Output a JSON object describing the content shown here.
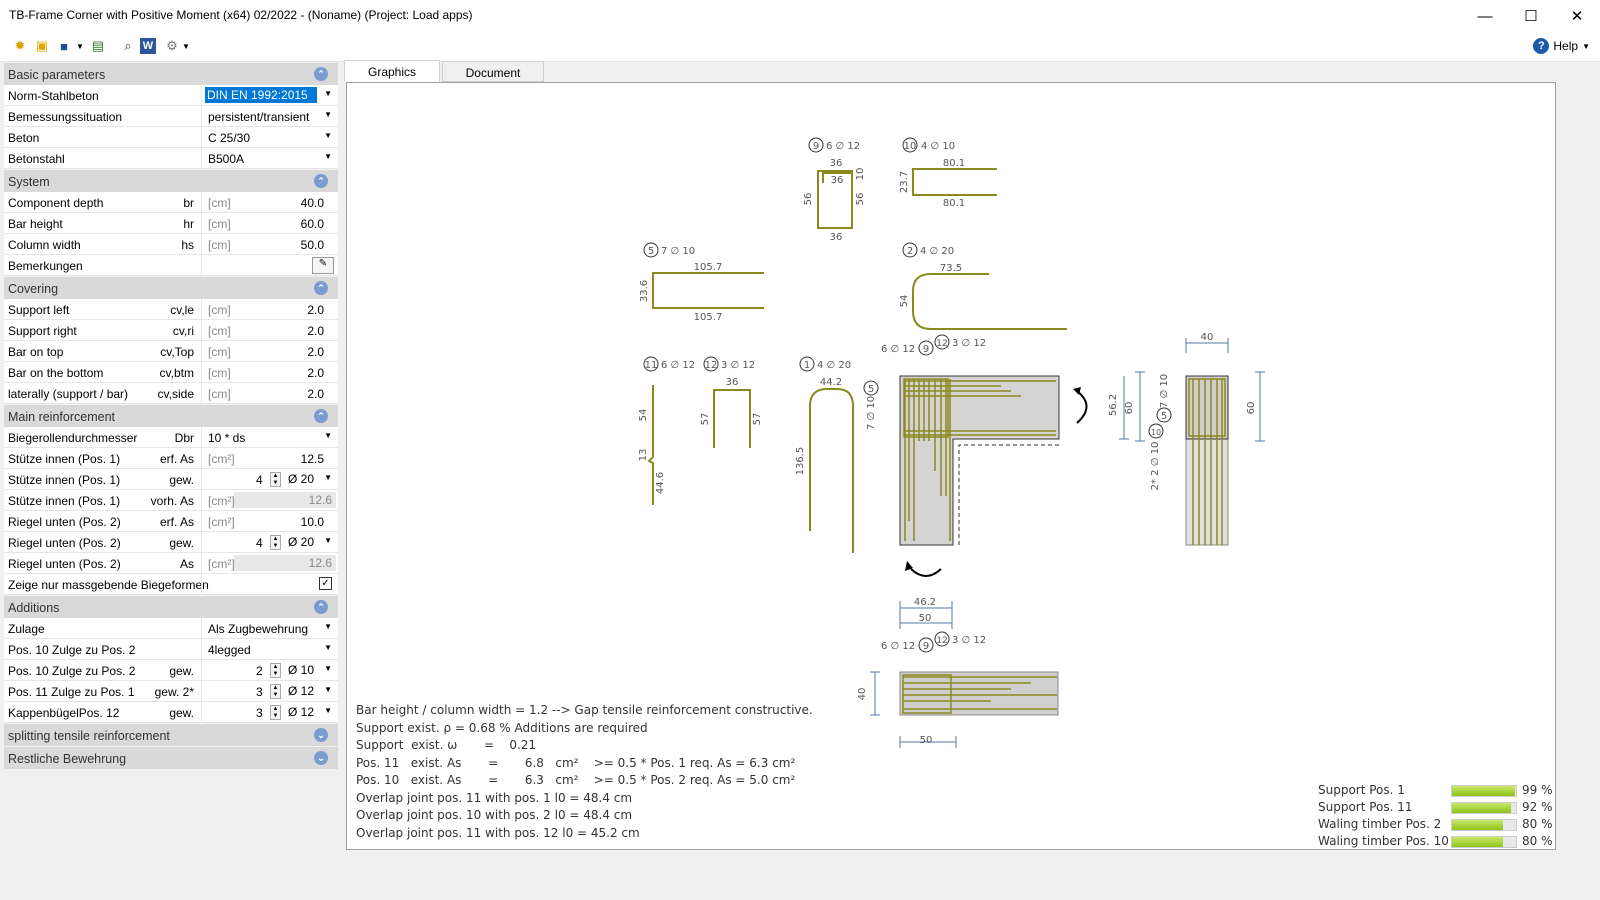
{
  "window": {
    "title": "TB-Frame Corner with Positive Moment (x64) 02/2022 - (Noname) (Project: Load apps)"
  },
  "help_label": "Help",
  "tabs": [
    {
      "label": "Graphics"
    },
    {
      "label": "Document"
    }
  ],
  "panel": {
    "basic": {
      "header": "Basic parameters",
      "rows": [
        {
          "label": "Norm-Stahlbeton",
          "value": "DIN EN 1992:2015"
        },
        {
          "label": "Bemessungssituation",
          "value": "persistent/transient"
        },
        {
          "label": "Beton",
          "value": "C 25/30"
        },
        {
          "label": "Betonstahl",
          "value": "B500A"
        }
      ]
    },
    "system": {
      "header": "System",
      "rows": [
        {
          "label": "Component depth",
          "sym": "br",
          "unit": "[cm]",
          "value": "40.0"
        },
        {
          "label": "Bar height",
          "sym": "hr",
          "unit": "[cm]",
          "value": "60.0"
        },
        {
          "label": "Column width",
          "sym": "hs",
          "unit": "[cm]",
          "value": "50.0"
        },
        {
          "label": "Bemerkungen"
        }
      ]
    },
    "covering": {
      "header": "Covering",
      "rows": [
        {
          "label": "Support left",
          "sym": "cv,le",
          "unit": "[cm]",
          "value": "2.0"
        },
        {
          "label": "Support right",
          "sym": "cv,ri",
          "unit": "[cm]",
          "value": "2.0"
        },
        {
          "label": "Bar on top",
          "sym": "cv,Top",
          "unit": "[cm]",
          "value": "2.0"
        },
        {
          "label": "Bar on the bottom",
          "sym": "cv,btm",
          "unit": "[cm]",
          "value": "2.0"
        },
        {
          "label": "laterally (support / bar)",
          "sym": "cv,side",
          "unit": "[cm]",
          "value": "2.0"
        }
      ]
    },
    "main": {
      "header": "Main reinforcement",
      "rows": [
        {
          "label": "Biegerollendurchmesser",
          "sym": "Dbr",
          "value": "10 * ds"
        },
        {
          "label": "Stütze innen (Pos. 1)",
          "sym": "erf. As",
          "unit": "[cm²]",
          "value": "12.5"
        },
        {
          "label": "Stütze innen (Pos. 1)",
          "sym": "gew.",
          "num": "4",
          "dia": "Ø 20"
        },
        {
          "label": "Stütze innen (Pos. 1)",
          "sym": "vorh. As",
          "unit": "[cm²]",
          "value": "12.6"
        },
        {
          "label": "Riegel unten (Pos. 2)",
          "sym": "erf. As",
          "unit": "[cm²]",
          "value": "10.0"
        },
        {
          "label": "Riegel unten (Pos. 2)",
          "sym": "gew.",
          "num": "4",
          "dia": "Ø 20"
        },
        {
          "label": "Riegel unten (Pos. 2)",
          "sym": "As",
          "unit": "[cm²]",
          "value": "12.6"
        },
        {
          "label": "Zeige nur massgebende Biegeformen",
          "check": "✓"
        }
      ]
    },
    "additions": {
      "header": "Additions",
      "rows": [
        {
          "label": "Zulage",
          "value": "Als Zugbewehrung"
        },
        {
          "label": "Pos. 10 Zulge zu Pos. 2",
          "value": "4legged"
        },
        {
          "label": "Pos. 10 Zulge zu Pos. 2",
          "sym": "gew.",
          "num": "2",
          "dia": "Ø 10"
        },
        {
          "label": "Pos. 11 Zulge zu Pos. 1",
          "sym": "gew. 2*",
          "num": "3",
          "dia": "Ø 12"
        },
        {
          "label": "KappenbügelPos. 12",
          "sym": "gew.",
          "num": "3",
          "dia": "Ø 12"
        }
      ]
    },
    "splitting": {
      "header": "splitting tensile reinforcement"
    },
    "rest": {
      "header": "Restliche Bewehrung"
    }
  },
  "drawing": {
    "bars": {
      "p9": {
        "pos": "9",
        "spec": "6 ∅ 12",
        "d1": "36",
        "d2": "36",
        "d3": "56",
        "d4": "56",
        "d5": "36",
        "d6": "10"
      },
      "p10": {
        "pos": "10",
        "spec": "4 ∅ 10",
        "d1": "80.1",
        "d2": "23.7",
        "d3": "80.1"
      },
      "p5": {
        "pos": "5",
        "spec": "7 ∅ 10",
        "d1": "105.7",
        "d2": "33.6",
        "d3": "105.7"
      },
      "p2": {
        "pos": "2",
        "spec": "4 ∅ 20",
        "d1": "73.5",
        "d2": "54"
      },
      "p11": {
        "pos": "11",
        "spec": "6 ∅ 12",
        "d1": "54",
        "d2": "13",
        "d3": "44.6"
      },
      "p12": {
        "pos": "12",
        "spec": "3 ∅ 12",
        "d1": "36",
        "d2": "57",
        "d3": "57"
      },
      "p1": {
        "pos": "1",
        "spec": "4 ∅ 20",
        "d1": "44.2",
        "d2": "136.5"
      }
    },
    "elev": {
      "top1": "6 ∅ 12",
      "p9": "9",
      "p12": "12",
      "top2": "3 ∅ 12",
      "p5": "5",
      "side": "7 ∅ 10"
    },
    "section": {
      "w": "40",
      "h1": "56.2",
      "h2": "60",
      "h3": "60",
      "p5": "5",
      "p10": "10",
      "s1": "7 ∅ 10",
      "s2": "2* 2 ∅ 10"
    },
    "plan": {
      "d1": "46.2",
      "d2": "50",
      "t1": "6 ∅ 12",
      "p9": "9",
      "p12": "12",
      "t2": "3 ∅ 12",
      "h": "40",
      "w": "50"
    }
  },
  "notes": [
    "Bar height / column width = 1.2 --> Gap tensile reinforcement constructive.",
    "Support exist. ρ = 0.68 % Additions are required",
    "Support  exist. ω       =    0.21",
    "Pos. 11   exist. As       =       6.8   cm²    >= 0.5 * Pos. 1 req. As = 6.3 cm²",
    "Pos. 10   exist. As       =       6.3   cm²    >= 0.5 * Pos. 2 req. As = 5.0 cm²",
    "Overlap joint pos. 11 with pos. 1 l0 = 48.4 cm",
    "Overlap joint pos. 10 with pos. 2 l0 = 48.4 cm",
    "Overlap joint pos. 11 with pos. 12 l0 = 45.2 cm"
  ],
  "utilization": [
    {
      "label": "Support Pos. 1",
      "pct": "99 %",
      "frac": 0.99
    },
    {
      "label": "Support Pos. 11",
      "pct": "92 %",
      "frac": 0.92
    },
    {
      "label": "Waling timber  Pos. 2",
      "pct": "80 %",
      "frac": 0.8
    },
    {
      "label": "Waling timber  Pos. 10",
      "pct": "80 %",
      "frac": 0.8
    }
  ],
  "colors": {
    "bar": "#8a8a1e",
    "concrete": "#c8c8c8",
    "accent": "#0078d7"
  }
}
